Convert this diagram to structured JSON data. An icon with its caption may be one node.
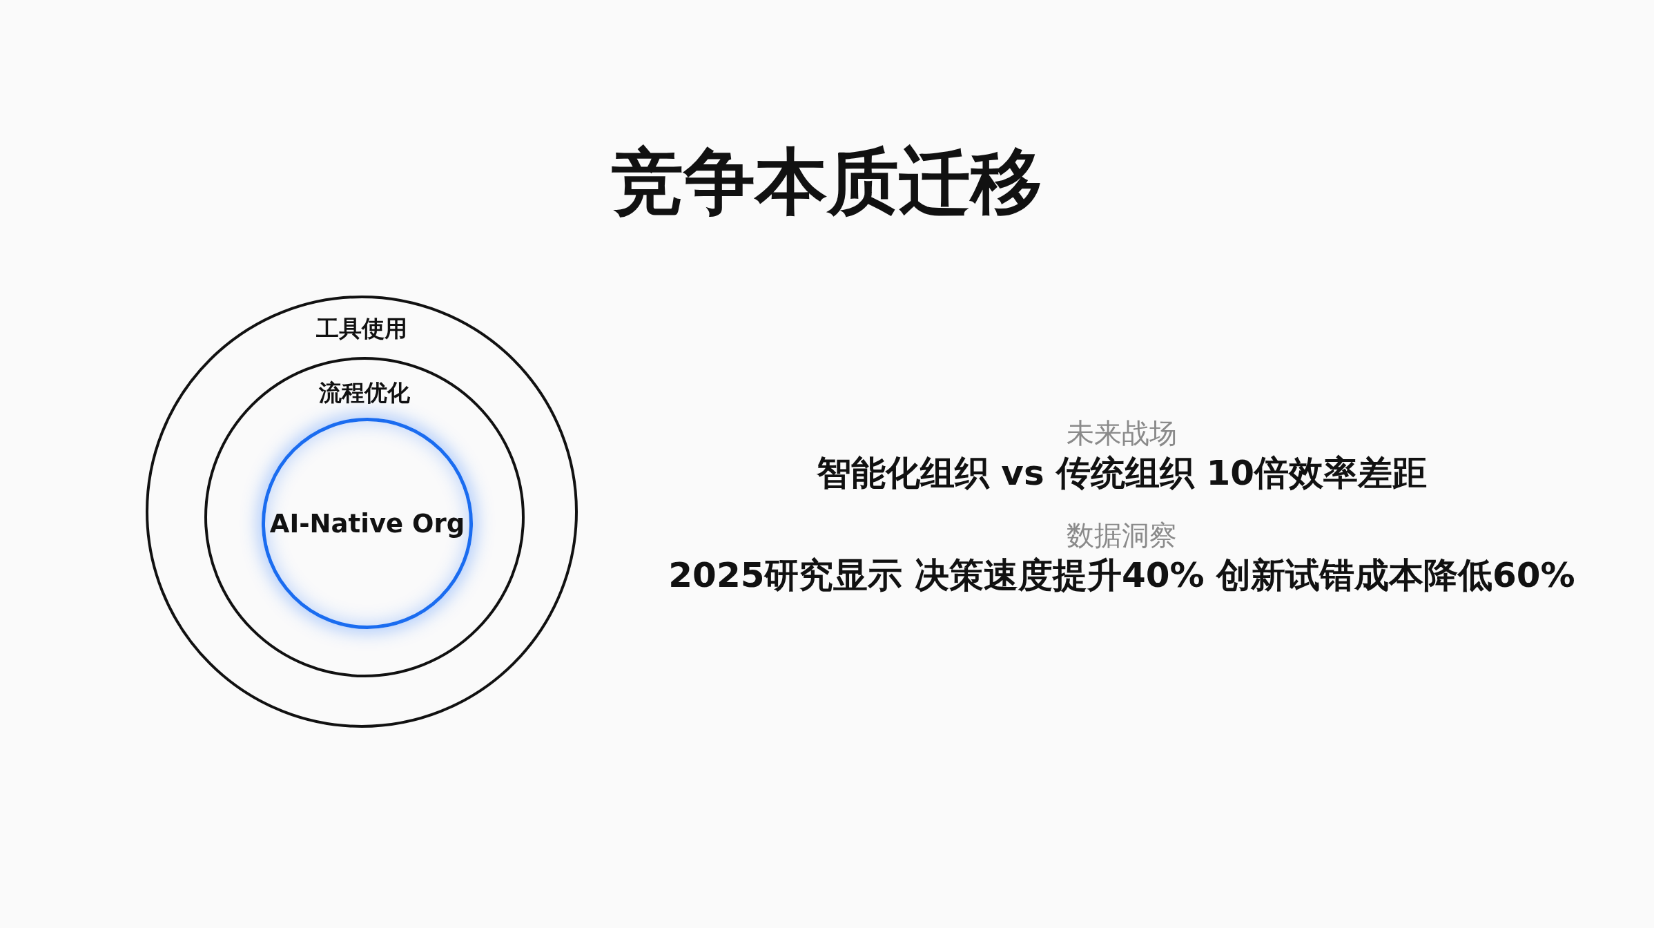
{
  "diagram": {
    "title": "竞争本质迁移",
    "nodes": [
      {
        "text": [
          "工具使用"
        ]
      },
      {
        "text": [
          "流程优化"
        ],
        "in": 0
      },
      {
        "text": [
          "AI-Native Org"
        ],
        "in": 1
      }
    ],
    "labels": [
      "未来战场",
      "智能化组织 vs 传统组织 10倍效率差距",
      "数据洞察",
      "2025研究显示 决策速度提升40% 创新试错成本降低60%"
    ]
  }
}
